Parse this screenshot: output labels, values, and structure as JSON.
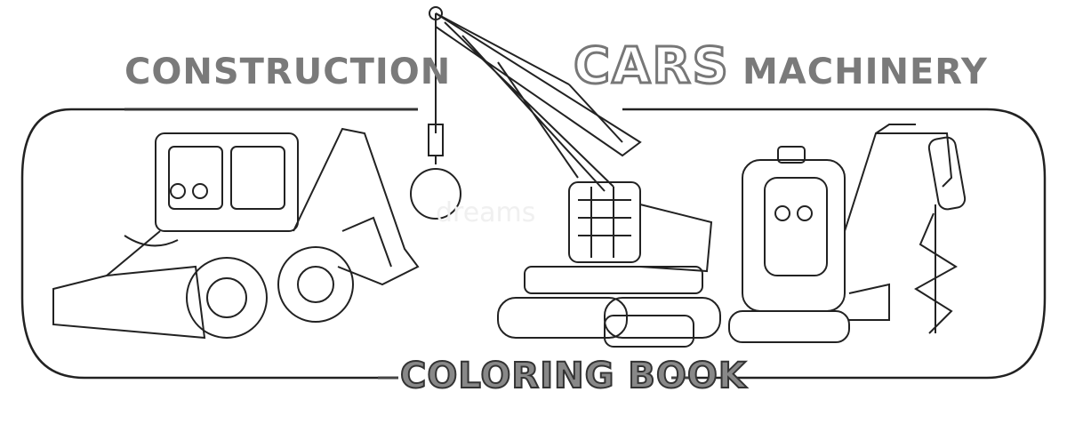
{
  "title": {
    "left": "CONSTRUCTION",
    "center": "CARS",
    "right": "MACHINERY"
  },
  "footer": {
    "label": "COLORING BOOK"
  },
  "watermark": "dreams",
  "illustrations": [
    {
      "name": "backhoe-loader",
      "description": "Cartoon backhoe loader with face, front bucket and rear excavator arm"
    },
    {
      "name": "crawler-crane",
      "description": "Cartoon crawler crane with lattice boom, hook and wrecking ball"
    },
    {
      "name": "mini-excavator",
      "description": "Cartoon mini excavator with face and auger drill attachment"
    }
  ],
  "colors": {
    "text_gray": "#7a7a7a",
    "outline": "#222222",
    "background": "#ffffff"
  }
}
